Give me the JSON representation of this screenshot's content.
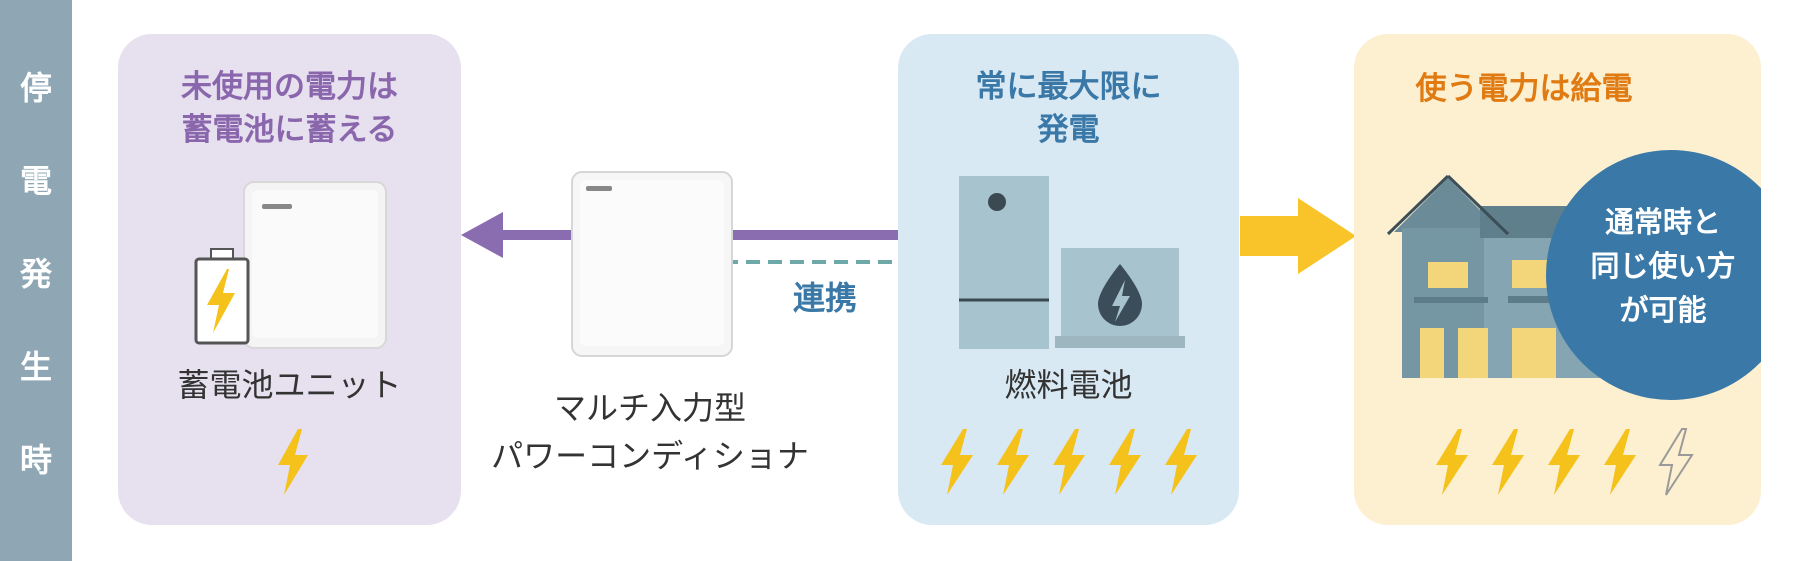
{
  "side_label": {
    "chars": [
      "停",
      "電",
      "発",
      "生",
      "時"
    ],
    "color": "#8fa7b5"
  },
  "storage_panel": {
    "title_line1": "未使用の電力は",
    "title_line2": "蓄電池に蓄える",
    "device_label": "蓄電池ユニット",
    "bolts_filled": 1,
    "bolts_total": 1,
    "title_color": "#8a66ad"
  },
  "conditioner": {
    "label_line1": "マルチ入力型",
    "label_line2": "パワーコンディショナ",
    "link_label": "連携"
  },
  "fuel_panel": {
    "title_line1": "常に最大限に",
    "title_line2": "発電",
    "device_label": "燃料電池",
    "bolts_filled": 5,
    "bolts_total": 5,
    "title_color": "#3a78a8"
  },
  "supply_panel": {
    "title": "使う電力は給電",
    "badge_line1": "通常時と",
    "badge_line2": "同じ使い方",
    "badge_line3": "が可能",
    "bolts_filled": 4,
    "bolts_total": 5,
    "title_color": "#e07a12"
  },
  "icons": {
    "device_logo": "kyocera-logo-icon",
    "battery": "battery-charging-icon",
    "fuel_cell": "fuel-cell-unit-icon",
    "water_heater": "water-drop-bolt-icon",
    "house": "house-icon",
    "bolt": "lightning-bolt-icon",
    "arrow_left": "arrow-left-icon",
    "arrow_right": "arrow-right-icon"
  },
  "colors": {
    "bolt_yellow": "#f5c21b",
    "arrow_purple": "#8a6db0",
    "arrow_yellow": "#f8c42a",
    "dashed_teal": "#6ea9a8",
    "badge_blue": "#3a78a8"
  }
}
